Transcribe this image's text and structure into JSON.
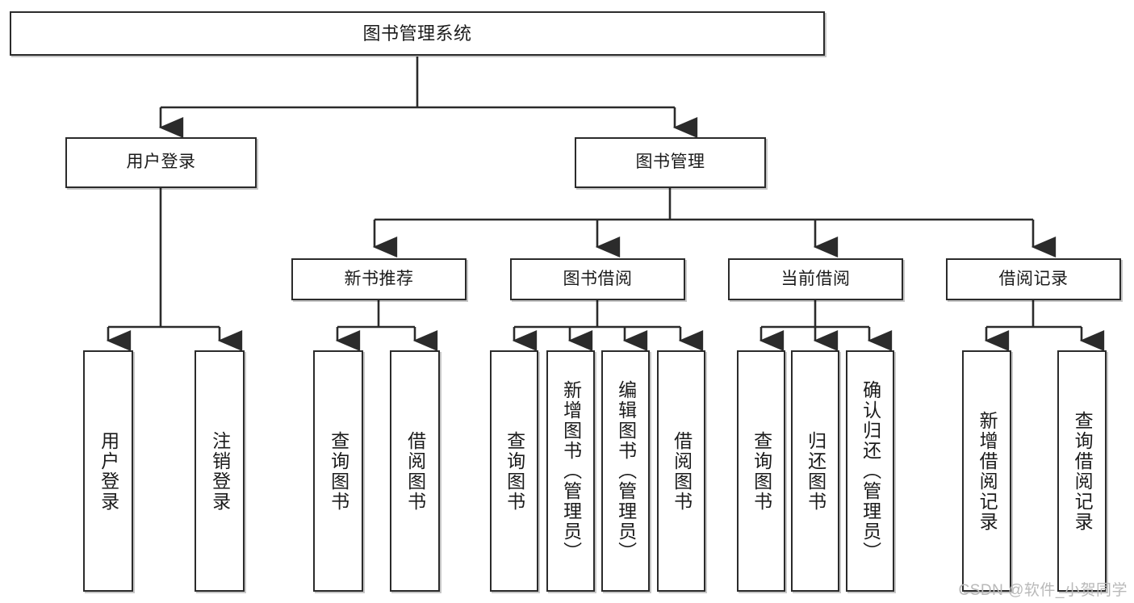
{
  "diagram": {
    "title": "图书管理系统",
    "type": "tree",
    "watermark": "CSDN @软件_小贺同学",
    "colors": {
      "box_border": "#2b2b2b",
      "box_fill": "#ffffff",
      "edge": "#2b2b2b",
      "text": "#1b1b1b",
      "watermark": "#b9b9b9"
    },
    "levels": {
      "root": [
        "图书管理系统"
      ],
      "level2": [
        "用户登录",
        "图书管理"
      ],
      "level3": [
        "新书推荐",
        "图书借阅",
        "当前借阅",
        "借阅记录"
      ],
      "leaves": [
        "用户登录",
        "注销登录",
        "查询图书",
        "借阅图书",
        "查询图书",
        "新增图书（管理员）",
        "编辑图书（管理员）",
        "借阅图书",
        "查询图书",
        "归还图书",
        "确认归还（管理员）",
        "新增借阅记录",
        "查询借阅记录"
      ]
    }
  },
  "nodes": {
    "root": {
      "label": "图书管理系统"
    },
    "user_login": {
      "label": "用户登录"
    },
    "book_manage": {
      "label": "图书管理"
    },
    "new_book_rec": {
      "label": "新书推荐"
    },
    "book_borrow": {
      "label": "图书借阅"
    },
    "current_borrow": {
      "label": "当前借阅"
    },
    "borrow_record": {
      "label": "借阅记录"
    },
    "leaf_user_login": {
      "label": "用户登录"
    },
    "leaf_logout": {
      "label": "注销登录"
    },
    "leaf_query_book_1": {
      "label": "查询图书"
    },
    "leaf_borrow_book_1": {
      "label": "借阅图书"
    },
    "leaf_query_book_2": {
      "label": "查询图书"
    },
    "leaf_add_book_admin": {
      "label": "新增图书（管理员）"
    },
    "leaf_edit_book_admin": {
      "label": "编辑图书（管理员）"
    },
    "leaf_borrow_book_2": {
      "label": "借阅图书"
    },
    "leaf_query_book_3": {
      "label": "查询图书"
    },
    "leaf_return_book": {
      "label": "归还图书"
    },
    "leaf_confirm_return_admin": {
      "label": "确认归还（管理员）"
    },
    "leaf_add_borrow_record": {
      "label": "新增借阅记录"
    },
    "leaf_query_borrow_record": {
      "label": "查询借阅记录"
    }
  },
  "footer": {
    "watermark": "CSDN @软件_小贺同学"
  }
}
